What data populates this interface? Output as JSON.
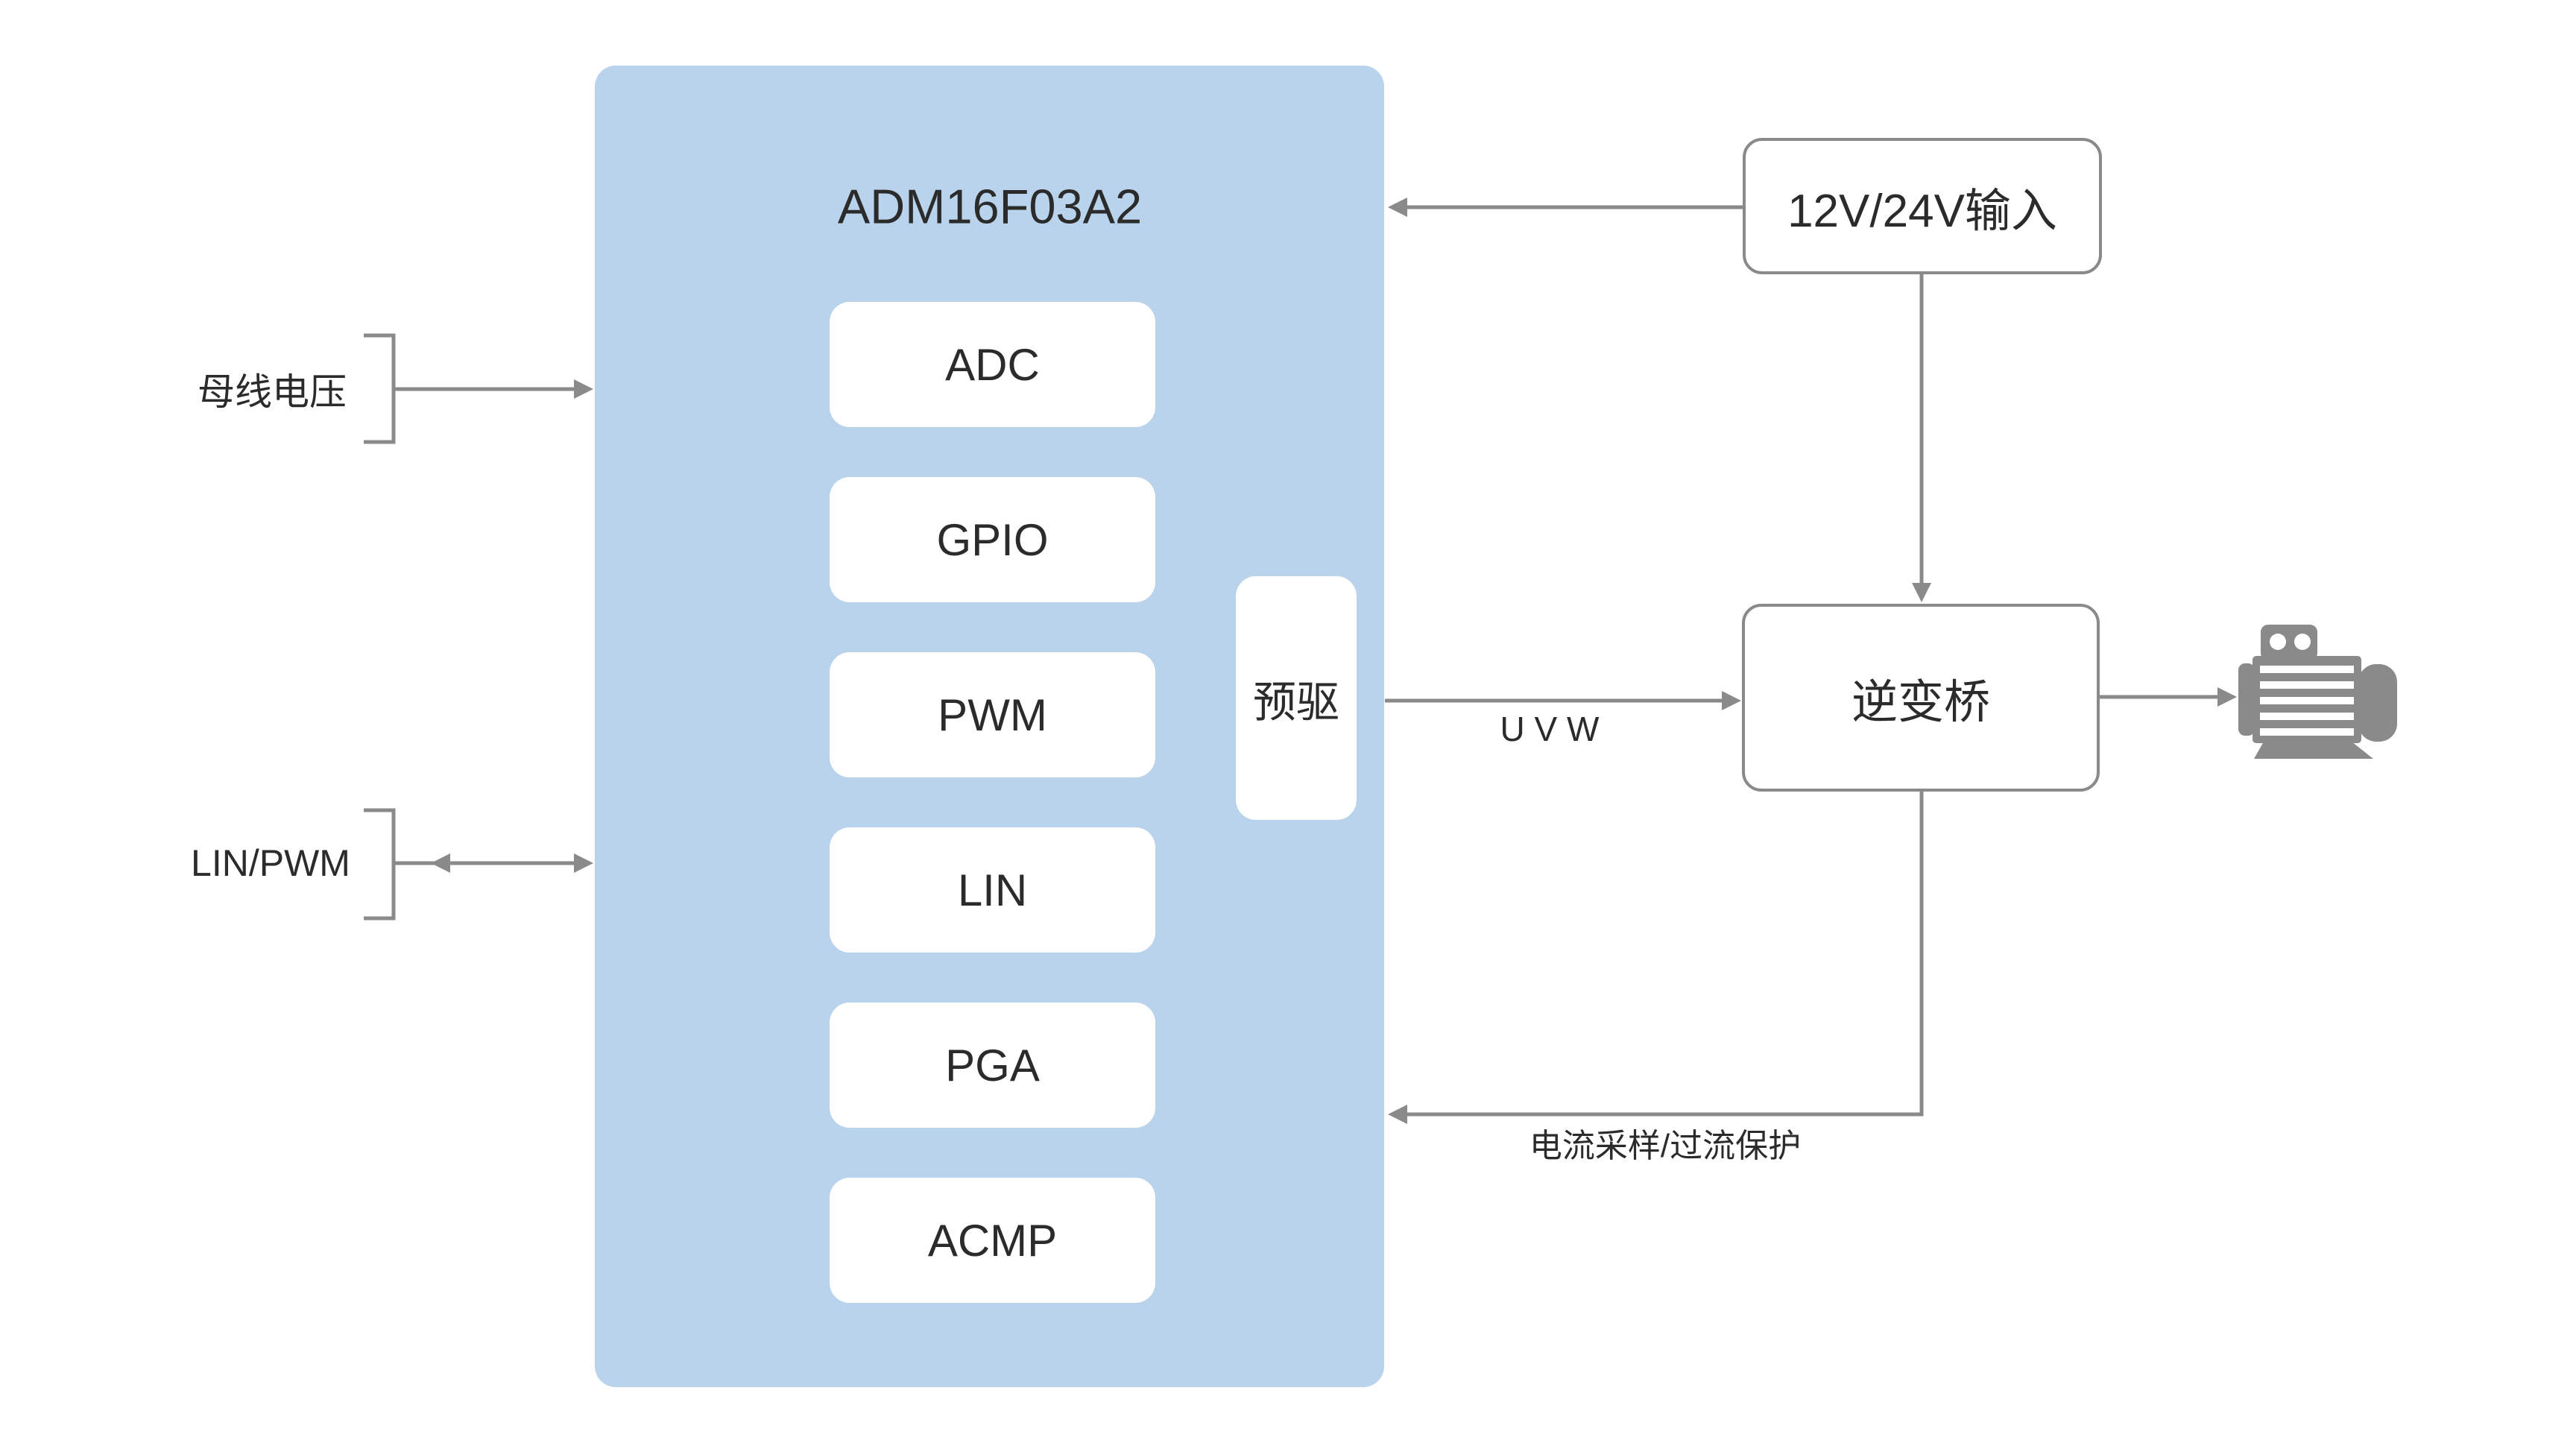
{
  "chip": {
    "title": "ADM16F03A2",
    "modules": [
      "ADC",
      "GPIO",
      "PWM",
      "LIN",
      "PGA",
      "ACMP"
    ],
    "predriver_label": "预驱"
  },
  "external": {
    "power_input_label": "12V/24V输入",
    "inverter_label": "逆变桥"
  },
  "labels": {
    "bus_voltage": "母线电压",
    "lin_pwm": "LIN/PWM",
    "uvw": "U V W",
    "current_protection": "电流采样/过流保护"
  },
  "colors": {
    "chip_fill": "#bad3ec",
    "block_fill": "#ffffff",
    "line_gray": "#8a8a8a",
    "text_dark": "#2b2b2b",
    "motor_gray": "#8a8a8a"
  }
}
